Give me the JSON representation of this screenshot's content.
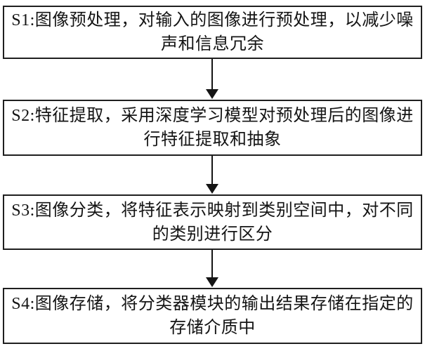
{
  "diagram": {
    "type": "flowchart",
    "direction": "top-down",
    "background_color": "#ffffff",
    "box_border_color": "#1f1f1f",
    "text_color": "#141414",
    "arrow_color": "#141414",
    "steps": [
      {
        "id": "S1",
        "label": "S1:图像预处理，对输入的图像进行预处理，以减少噪声和信息冗余"
      },
      {
        "id": "S2",
        "label": "S2:特征提取，采用深度学习模型对预处理后的图像进行特征提取和抽象"
      },
      {
        "id": "S3",
        "label": "S3:图像分类，将特征表示映射到类别空间中，对不同的类别进行区分"
      },
      {
        "id": "S4",
        "label": "S4:图像存储，将分类器模块的输出结果存储在指定的存储介质中"
      }
    ],
    "connections": [
      {
        "from": "S1",
        "to": "S2"
      },
      {
        "from": "S2",
        "to": "S3"
      },
      {
        "from": "S3",
        "to": "S4"
      }
    ]
  }
}
